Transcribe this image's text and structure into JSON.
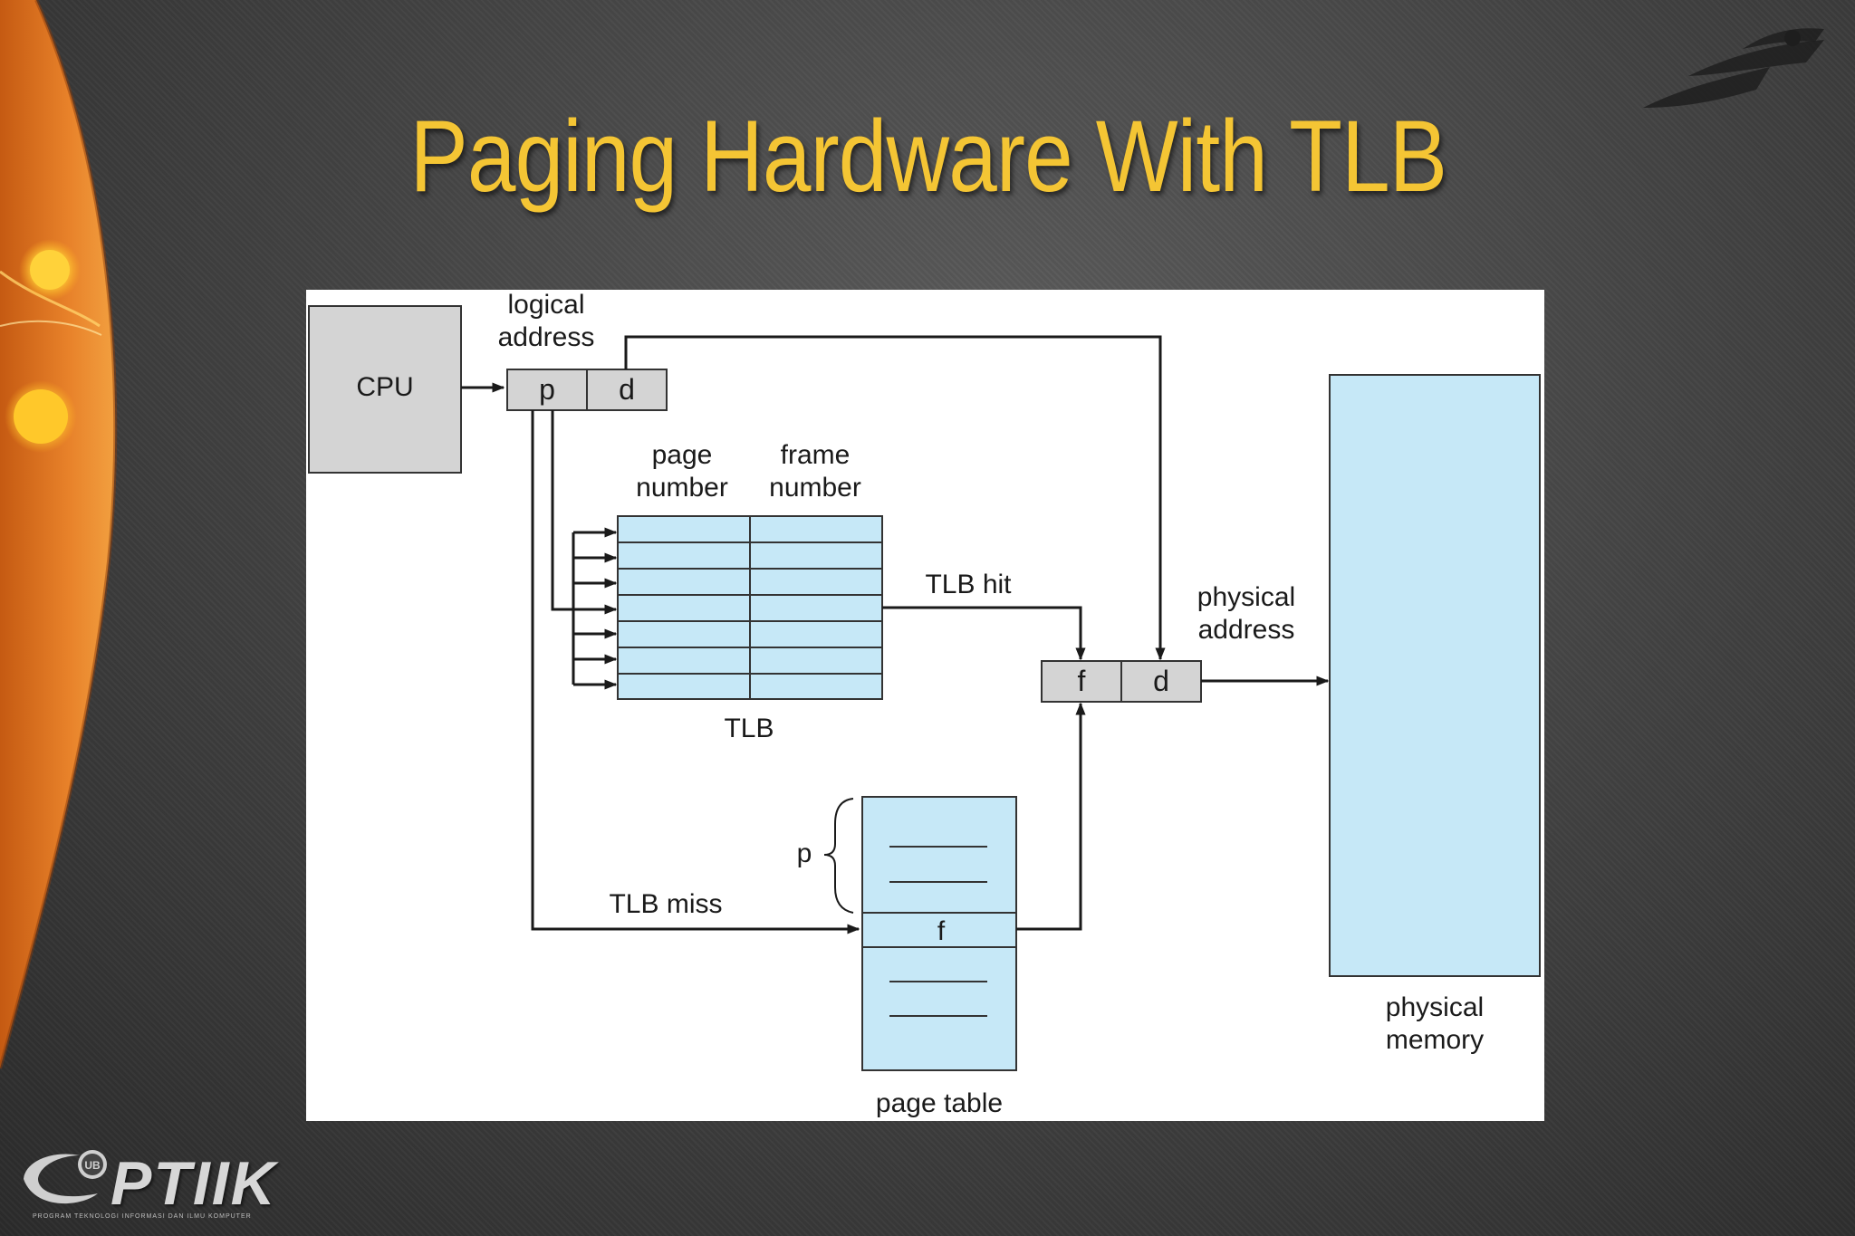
{
  "slide": {
    "title": "Paging Hardware With TLB"
  },
  "diagram": {
    "cpu_label": "CPU",
    "logical_address_line1": "logical",
    "logical_address_line2": "address",
    "p_label": "p",
    "d_label": "d",
    "page_number_line1": "page",
    "page_number_line2": "number",
    "frame_number_line1": "frame",
    "frame_number_line2": "number",
    "tlb_label": "TLB",
    "tlb_hit_label": "TLB hit",
    "tlb_miss_label": "TLB miss",
    "physical_address_line1": "physical",
    "physical_address_line2": "address",
    "f_label": "f",
    "d2_label": "d",
    "page_table_p_label": "p",
    "page_table_f_label": "f",
    "page_table_label": "page table",
    "physical_memory_line1": "physical",
    "physical_memory_line2": "memory"
  },
  "branding": {
    "logo_text": "PTIIK",
    "logo_badge": "UB",
    "logo_tagline": "PROGRAM TEKNOLOGI INFORMASI DAN ILMU KOMPUTER"
  },
  "colors": {
    "title": "#f4c534",
    "blue_fill": "#c6e8f7",
    "gray_fill": "#d4d4d4",
    "orange_accent": "#e8822a"
  }
}
